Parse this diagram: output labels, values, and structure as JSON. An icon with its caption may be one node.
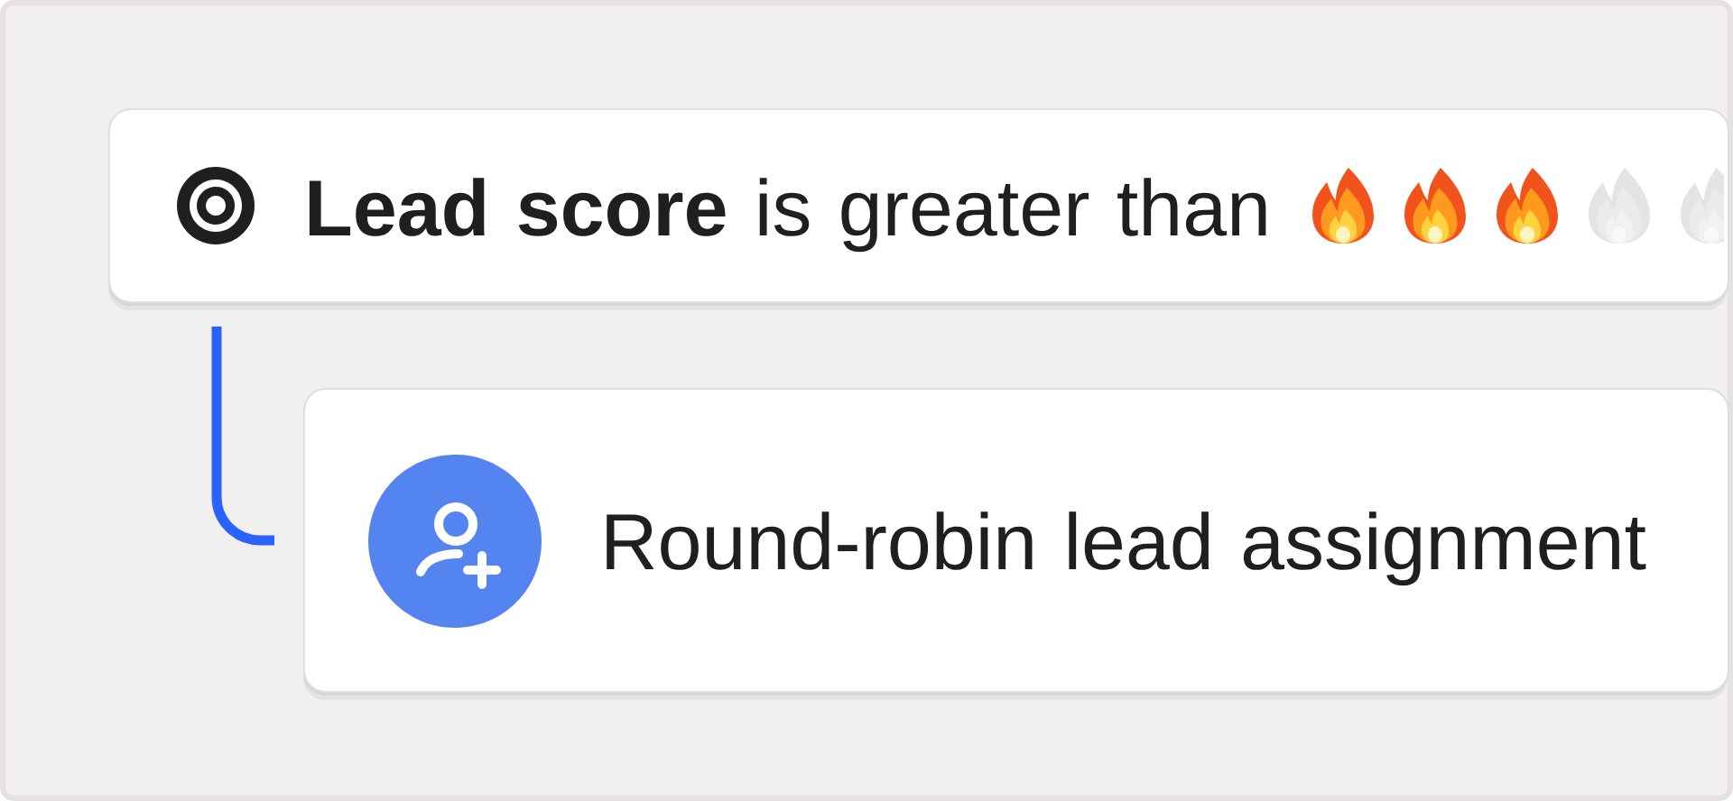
{
  "diagram": {
    "nodes": [
      {
        "text": [
          "**Lead score** is greater than"
        ]
      },
      {
        "text": [
          "Round-robin lead assignment"
        ]
      }
    ],
    "edges": [
      {
        "from": 0,
        "to": 1,
        "arrow": "none",
        "color": "#2962ff"
      }
    ]
  }
}
